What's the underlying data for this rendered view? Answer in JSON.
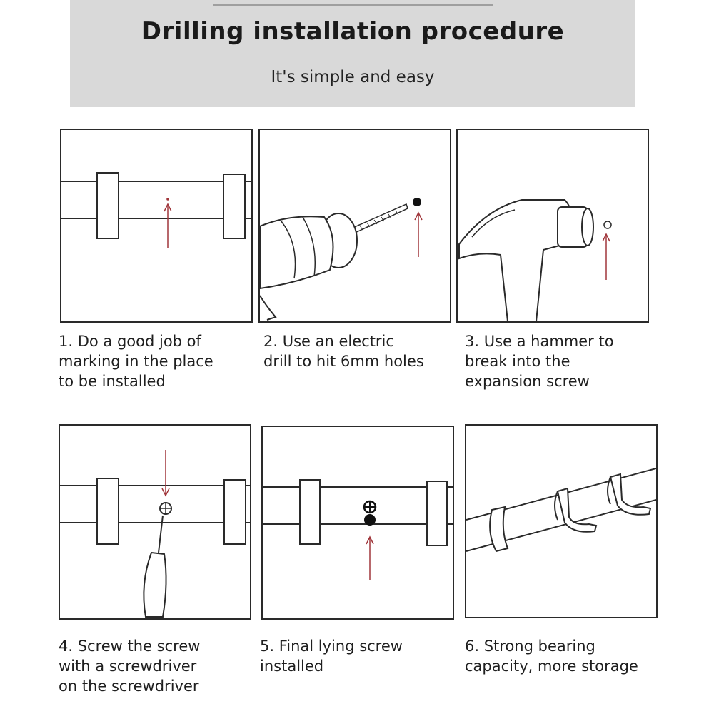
{
  "header": {
    "title": "Drilling installation procedure",
    "subtitle": "It's simple and easy"
  },
  "steps": [
    {
      "caption": "1. Do a good job of\nmarking in the place\nto be installed",
      "illustration": "rail-mark-icon"
    },
    {
      "caption": "2. Use an electric\ndrill to hit 6mm holes",
      "illustration": "electric-drill-icon"
    },
    {
      "caption": "3. Use a hammer to\nbreak into the\nexpansion screw",
      "illustration": "hammer-icon"
    },
    {
      "caption": "4. Screw the screw\nwith a screwdriver\non the screwdriver",
      "illustration": "screwdriver-icon"
    },
    {
      "caption": "5. Final lying screw\ninstalled",
      "illustration": "installed-screw-icon"
    },
    {
      "caption": "6. Strong bearing\ncapacity, more storage",
      "illustration": "hook-rail-icon"
    }
  ],
  "colors": {
    "header_bg": "#d9d9d9",
    "line": "#2a2a2a",
    "arrow": "#a0353a"
  }
}
